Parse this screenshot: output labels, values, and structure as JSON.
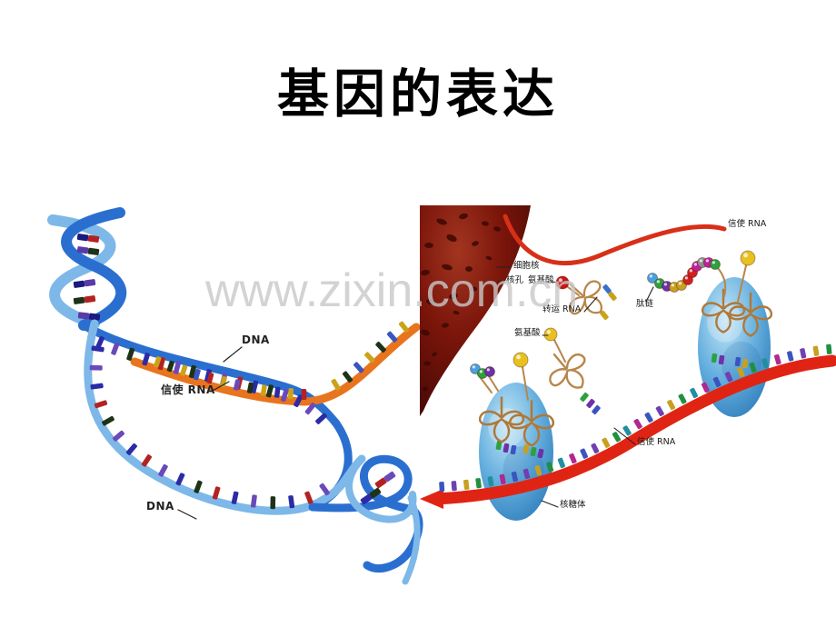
{
  "slide": {
    "title": "基因的表达",
    "watermark": "www.zixin.com.cn",
    "background_color": "#ffffff"
  },
  "transcription_diagram": {
    "labels": {
      "dna_top": "DNA",
      "mrna": "信使 RNA",
      "dna_bottom": "DNA"
    },
    "colors": {
      "dna_strand_dark": "#2a6fd0",
      "dna_strand_light": "#7db8e8",
      "mrna_strand": "#e8741e"
    }
  },
  "translation_diagram": {
    "labels": {
      "nucleus": "细胞核",
      "nuclear_pore": "核孔",
      "amino_acid_upper": "氨基酸",
      "transfer_rna": "转运 RNA",
      "peptide_chain": "肽链",
      "amino_acid_lower": "氨基酸",
      "mrna_top": "信使 RNA",
      "mrna_bottom": "信使 RNA",
      "ribosome": "核糖体"
    },
    "colors": {
      "nucleus": "#6b130b",
      "ribosome": "#56a8dd",
      "mrna": "#e02414",
      "trna_outline": "#b8864a",
      "amino_acid_red": "#cc1414",
      "amino_acid_yellow": "#e8c020"
    }
  }
}
